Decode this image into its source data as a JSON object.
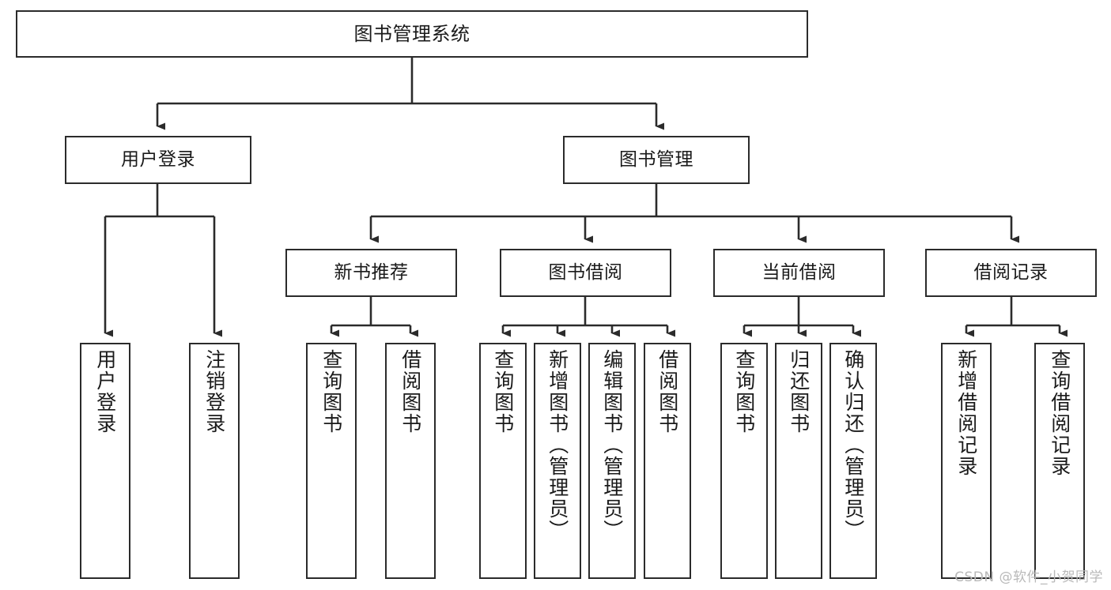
{
  "diagram": {
    "title": "图书管理系统",
    "watermark": "CSDN @软件_小贺同学",
    "colors": {
      "box_border": "#2b2b2b",
      "box_fill": "#ffffff",
      "edge": "#2b2b2b",
      "text": "#1a1a1a",
      "watermark": "#b9b9b9"
    },
    "nodes": {
      "root": {
        "label": "图书管理系统"
      },
      "level1": [
        {
          "id": "user-login",
          "label": "用户登录"
        },
        {
          "id": "book-management",
          "label": "图书管理"
        }
      ],
      "level2": [
        {
          "id": "new-book-recommend",
          "label": "新书推荐"
        },
        {
          "id": "book-borrow",
          "label": "图书借阅"
        },
        {
          "id": "current-borrow",
          "label": "当前借阅"
        },
        {
          "id": "borrow-record",
          "label": "借阅记录"
        }
      ],
      "leaves": {
        "user_login": [
          {
            "id": "leaf-user-login",
            "label": "用户登录"
          },
          {
            "id": "leaf-logout-login",
            "label": "注销登录"
          }
        ],
        "new_book_recommend": [
          {
            "id": "leaf-query-book-1",
            "label": "查询图书"
          },
          {
            "id": "leaf-borrow-book-1",
            "label": "借阅图书"
          }
        ],
        "book_borrow": [
          {
            "id": "leaf-query-book-2",
            "label": "查询图书"
          },
          {
            "id": "leaf-add-book",
            "label": "新增图书（管理员）"
          },
          {
            "id": "leaf-edit-book",
            "label": "编辑图书（管理员）"
          },
          {
            "id": "leaf-borrow-book-2",
            "label": "借阅图书"
          }
        ],
        "current_borrow": [
          {
            "id": "leaf-query-book-3",
            "label": "查询图书"
          },
          {
            "id": "leaf-return-book",
            "label": "归还图书"
          },
          {
            "id": "leaf-confirm-return",
            "label": "确认归还（管理员）"
          }
        ],
        "borrow_record": [
          {
            "id": "leaf-add-borrow-record",
            "label": "新增借阅记录"
          },
          {
            "id": "leaf-query-borrow-record",
            "label": "查询借阅记录"
          }
        ]
      }
    }
  }
}
